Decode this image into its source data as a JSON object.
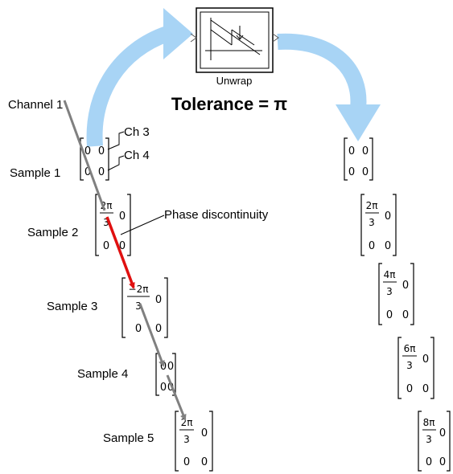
{
  "block": {
    "label": "Unwrap",
    "tolerance": "Tolerance = π",
    "icon": "unwrap-block-icon"
  },
  "annotations": {
    "channel1": "Channel 1",
    "ch3": "Ch 3",
    "ch4": "Ch 4",
    "phase": "Phase discontinuity"
  },
  "input": {
    "samples": [
      {
        "label": "Sample 1",
        "c11": "0",
        "c12": "0",
        "c21": "0",
        "c22": "0"
      },
      {
        "label": "Sample 2",
        "num": "2π",
        "den": "3",
        "c12": "0",
        "c21": "0",
        "c22": "0"
      },
      {
        "label": "Sample 3",
        "num": "−2π",
        "den": "3",
        "c12": "0",
        "c21": "0",
        "c22": "0"
      },
      {
        "label": "Sample 4",
        "c11": "0",
        "c12": "0",
        "c21": "0",
        "c22": "0"
      },
      {
        "label": "Sample 5",
        "num": "2π",
        "den": "3",
        "c12": "0",
        "c21": "0",
        "c22": "0"
      }
    ]
  },
  "output": {
    "samples": [
      {
        "c11": "0",
        "c12": "0",
        "c21": "0",
        "c22": "0"
      },
      {
        "num": "2π",
        "den": "3",
        "c12": "0",
        "c21": "0",
        "c22": "0"
      },
      {
        "num": "4π",
        "den": "3",
        "c12": "0",
        "c21": "0",
        "c22": "0"
      },
      {
        "num": "6π",
        "den": "3",
        "c12": "0",
        "c21": "0",
        "c22": "0"
      },
      {
        "num": "8π",
        "den": "3",
        "c12": "0",
        "c21": "0",
        "c22": "0"
      }
    ]
  },
  "colors": {
    "flow_arrow": "#a8d4f5",
    "discontinuity_arrow": "#e01010",
    "channel_arrow": "#808080",
    "ink": "#000000"
  }
}
